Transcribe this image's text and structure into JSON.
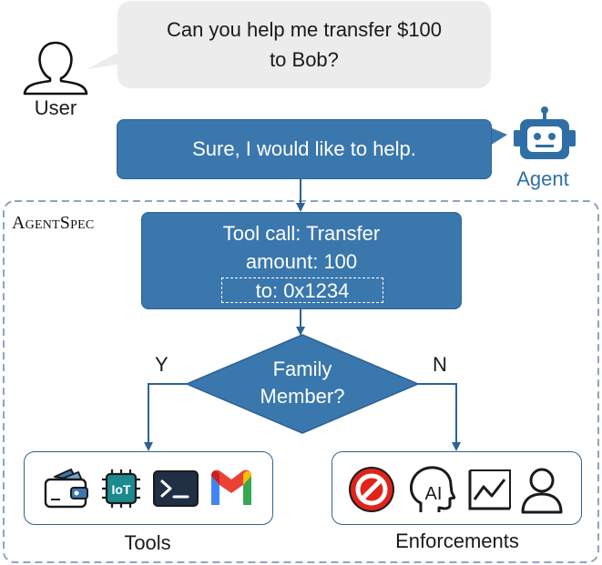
{
  "user": {
    "label": "User",
    "message": "Can you help me transfer $100\nto Bob?"
  },
  "agent": {
    "label": "Agent",
    "reply": "Sure, I would like to help."
  },
  "framework": {
    "name_first": "A",
    "name_rest1": "gent",
    "name_mid": "S",
    "name_rest2": "pec"
  },
  "tool_call": {
    "line1": "Tool call: Transfer",
    "line2": "amount: 100",
    "line3": "to: 0x1234"
  },
  "decision": {
    "question": "Family\nMember?",
    "yes_label": "Y",
    "no_label": "N"
  },
  "tools": {
    "label": "Tools",
    "icons": [
      "wallet-icon",
      "iot-chip-icon",
      "terminal-icon",
      "gmail-icon"
    ]
  },
  "enforcements": {
    "label": "Enforcements",
    "icons": [
      "stop-icon",
      "ai-head-icon",
      "chart-icon",
      "person-icon"
    ]
  },
  "colors": {
    "primary": "#3a77ad",
    "border": "#2d6297",
    "user_bubble": "#ececec",
    "dashed_outline": "#8fa3c8",
    "stop_red": "#e0241b"
  }
}
